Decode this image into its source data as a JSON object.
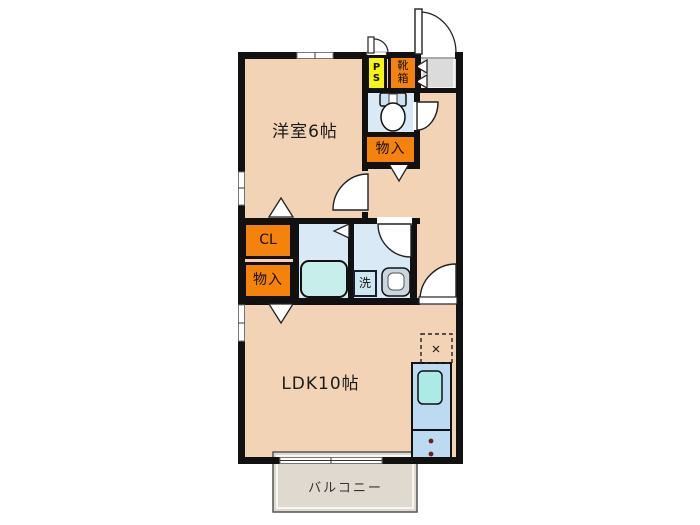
{
  "floorplan": {
    "rooms": {
      "western_room": "洋室6帖",
      "ldk": "LDK10帖",
      "balcony": "バルコニー"
    },
    "fixtures": {
      "pipe_space": "PS",
      "shoe_box": "靴箱",
      "storage_upper": "物入",
      "closet": "CL",
      "storage_lower": "物入",
      "washer": "洗"
    },
    "colors": {
      "floor": "#F3D3B5",
      "wet_area": "#D9EAF6",
      "wall": "#111111",
      "label_orange": "#F5820A",
      "label_yellow": "#F8F410",
      "entrance_gray": "#DBDBDB",
      "balcony": "#E0D9CF",
      "bathtub": "#C8EEEB",
      "kitchen_counter": "#BCDAF1",
      "sink": "#ACEAE6",
      "stove_dot": "#6B2020"
    }
  }
}
